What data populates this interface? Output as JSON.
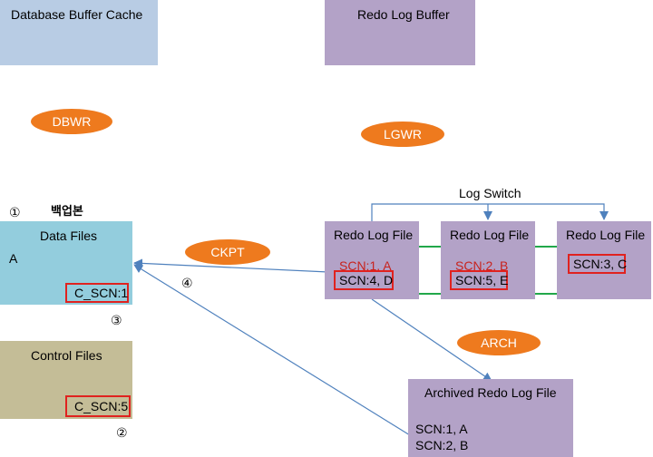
{
  "db_buffer_cache": {
    "label": "Database Buffer Cache",
    "color": "#b8cce4"
  },
  "redo_log_buffer": {
    "label": "Redo Log Buffer",
    "color": "#b3a2c7"
  },
  "processes": {
    "dbwr": "DBWR",
    "lgwr": "LGWR",
    "ckpt": "CKPT",
    "arch": "ARCH"
  },
  "markers": {
    "one": "①",
    "two": "②",
    "three": "③",
    "four": "④"
  },
  "backup_label": "백업본",
  "data_files": {
    "title": "Data Files",
    "content": "A",
    "scn": "C_SCN:1",
    "color": "#93cddd"
  },
  "control_files": {
    "title": "Control Files",
    "scn": "C_SCN:5",
    "color": "#c4bd97"
  },
  "log_switch": "Log Switch",
  "redo_log_files": [
    {
      "title": "Redo Log File",
      "line1": "SCN:1, A",
      "line2": "SCN:4, D"
    },
    {
      "title": "Redo Log File",
      "line1": "SCN:2, B",
      "line2": "SCN:5, E"
    },
    {
      "title": "Redo Log File",
      "line1": "SCN:3, C"
    }
  ],
  "archived": {
    "title": "Archived Redo Log File",
    "line1": "SCN:1, A",
    "line2": "SCN:2, B"
  },
  "colors": {
    "accent_orange": "#ee7a1e",
    "highlight_red": "#e0221f",
    "highlight_green": "#22a84a",
    "arrow_blue": "#4f81bd"
  }
}
